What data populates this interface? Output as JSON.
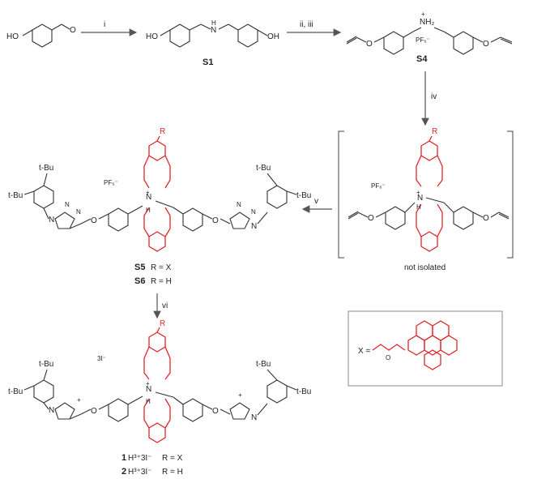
{
  "steps": {
    "i": "i",
    "ii_iii": "ii, iii",
    "iv": "iv",
    "v": "v",
    "vi": "vi"
  },
  "compounds": {
    "s1": "S1",
    "s4": "S4",
    "s5": "S5",
    "s5_r": "R = X",
    "s6": "S6",
    "s6_r": "R = H",
    "c1": "1",
    "c1_charge": "H³⁺3I⁻",
    "c1_r": "R = X",
    "c2": "2",
    "c2_charge": "H³⁺3I⁻",
    "c2_r": "R = H"
  },
  "atoms": {
    "ho": "HO",
    "oh": "OH",
    "o": "O",
    "n": "N",
    "h": "H",
    "nh2": "NH₂",
    "r": "R",
    "tbu": "t-Bu",
    "plus": "+"
  },
  "counterions": {
    "pf6": "PF₆⁻",
    "i3": "3I⁻"
  },
  "notes": {
    "not_isolated": "not isolated",
    "x_def": "X ="
  },
  "colors": {
    "crown": "#e0262b",
    "bonds": "#333333"
  }
}
